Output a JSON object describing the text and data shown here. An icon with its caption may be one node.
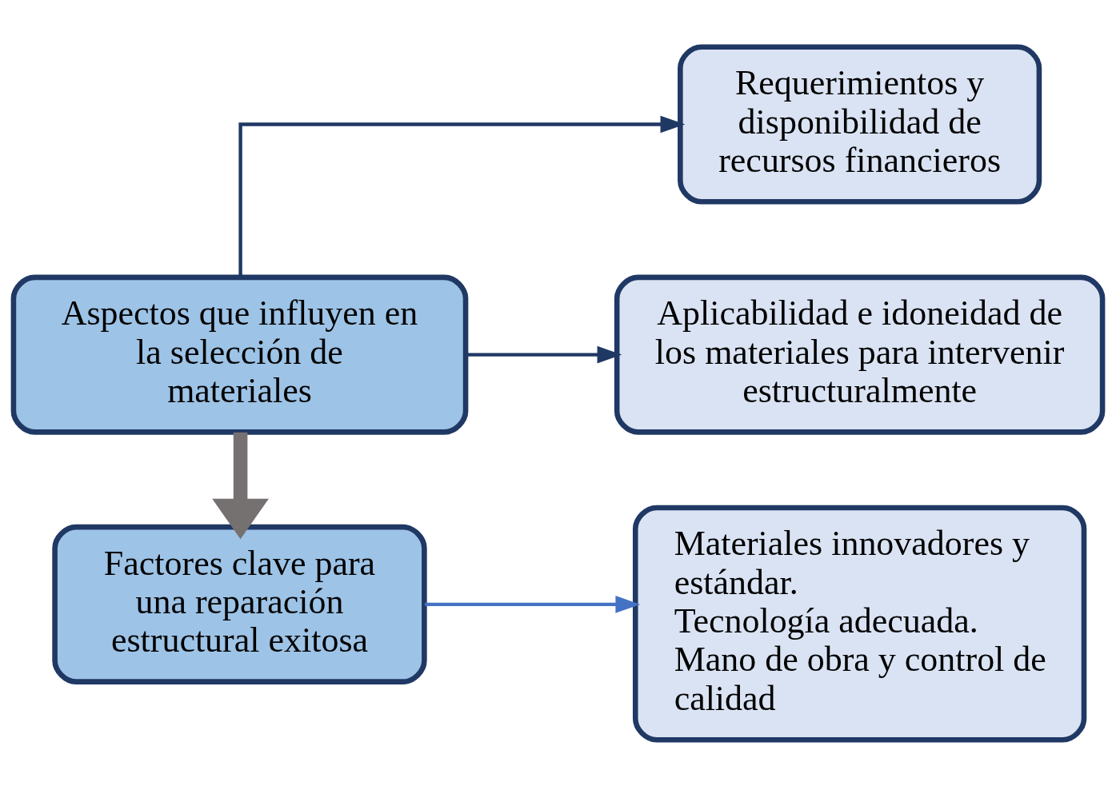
{
  "diagram": {
    "nodes": [
      {
        "text": [
          "Aspectos que influyen en la selección de materiales"
        ]
      },
      {
        "text": [
          "Requerimientos y disponibilidad de recursos financieros"
        ]
      },
      {
        "text": [
          "Aplicabilidad e idoneidad de los materiales para intervenir estructuralmente"
        ]
      },
      {
        "text": [
          "Factores clave para una reparación estructural exitosa"
        ]
      },
      {
        "text": [
          "Materiales innovadores y estándar.",
          "Tecnología adecuada.",
          "Mano de obra y control de calidad"
        ]
      }
    ],
    "edges": [
      {
        "from": 0,
        "to": 1,
        "arrow": "to"
      },
      {
        "from": 0,
        "to": 2,
        "arrow": "to"
      },
      {
        "from": 0,
        "to": 3,
        "arrow": "to",
        "style": "thick",
        "color": "#767171"
      },
      {
        "from": 3,
        "to": 4,
        "arrow": "to",
        "color": "#4472c4"
      }
    ]
  }
}
